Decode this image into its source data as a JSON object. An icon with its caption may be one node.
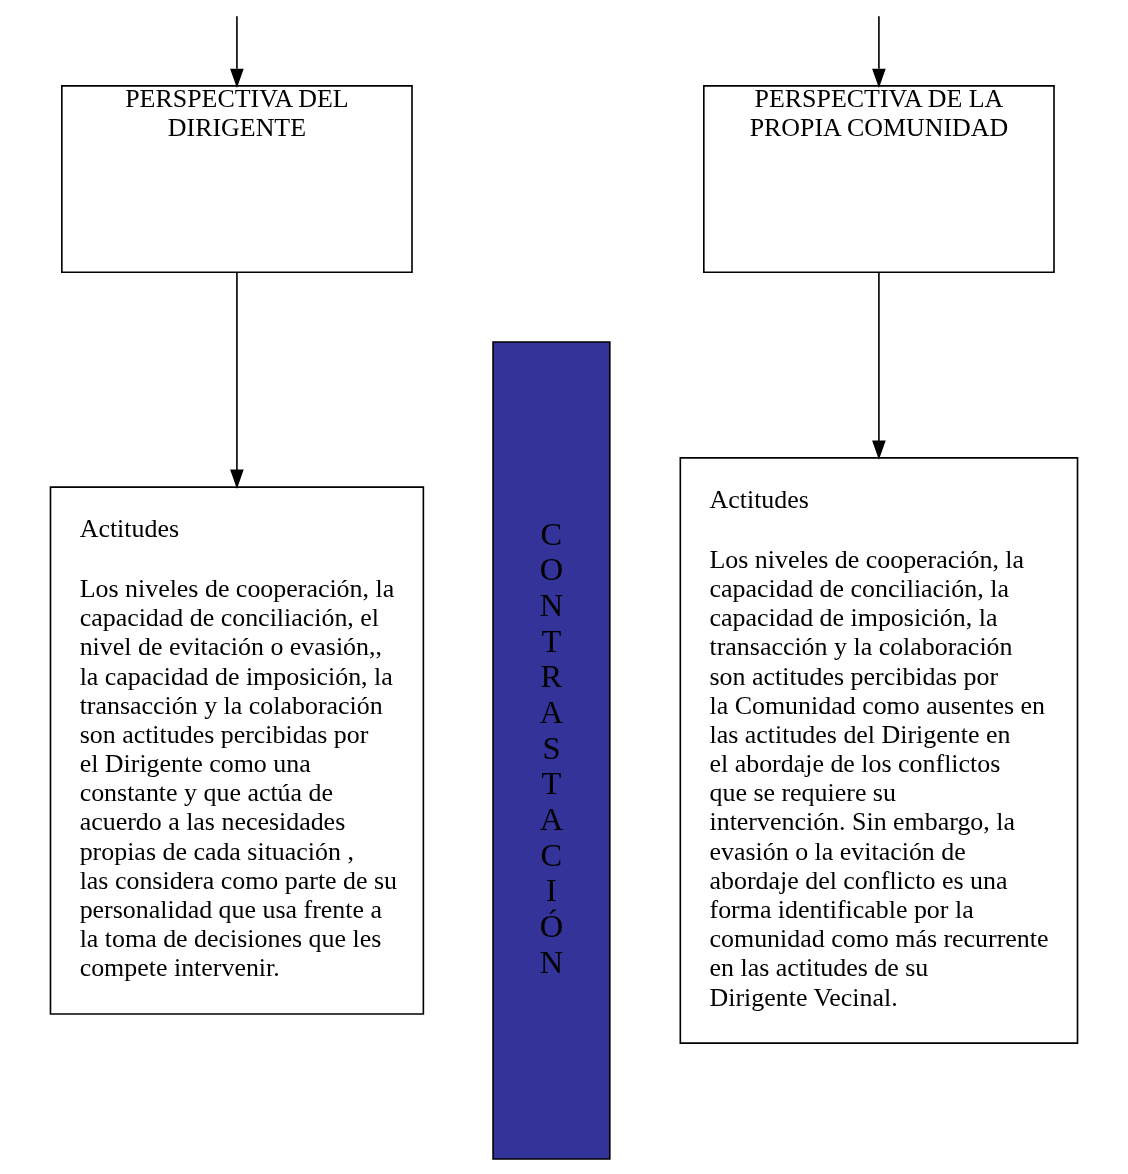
{
  "diagram": {
    "nodes": [
      {
        "text": [
          "PERSPECTIVA DEL DIRIGENTE"
        ]
      },
      {
        "text": [
          "Actitudes",
          "Los niveles de cooperación, la capacidad de conciliación, el nivel de evitación o evasión,, la capacidad de imposición, la transacción y la colaboración son actitudes percibidas por el Dirigente como una constante y que actúa de acuerdo a las necesidades propias de cada situación , las considera como parte de su personalidad que usa frente a la toma de decisiones que les compete intervenir."
        ]
      },
      {
        "text": [
          "CONTRASTACIÓN"
        ]
      },
      {
        "text": [
          "PERSPECTIVA DE LA PROPIA COMUNIDAD"
        ]
      },
      {
        "text": [
          "Actitudes",
          "Los niveles de cooperación, la capacidad de conciliación, la capacidad de imposición, la transacción y la colaboración son actitudes percibidas por la Comunidad como ausentes en las actitudes del Dirigente en el abordaje de los conflictos que se requiere su intervención. Sin embargo, la evasión o la evitación de abordaje del conflicto es una forma identificable por la comunidad como más recurrente en las actitudes de su Dirigente Vecinal."
        ]
      }
    ],
    "edges": [
      {
        "from": null,
        "to": 0,
        "arrow": "to"
      },
      {
        "from": 0,
        "to": 1,
        "arrow": "to"
      },
      {
        "from": null,
        "to": 3,
        "arrow": "to"
      },
      {
        "from": 3,
        "to": 4,
        "arrow": "to"
      }
    ]
  }
}
